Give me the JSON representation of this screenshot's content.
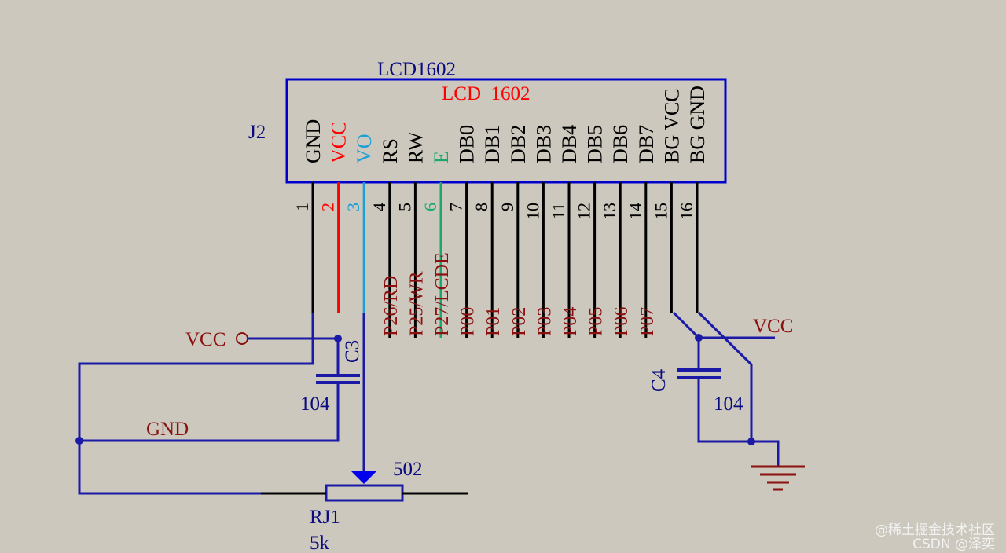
{
  "component": {
    "title": "LCD1602",
    "inner_title": "LCD  1602",
    "ref": "J2"
  },
  "colors": {
    "background": "#ccc8bd",
    "box": "#0000cc",
    "wire_blue": "#1a1aa6",
    "wire_black": "#000000",
    "pin_red": "#ff0000",
    "pin_cyan": "#1a9fd6",
    "pin_green": "#1aa870",
    "net_label": "#8b1010",
    "part_label": "#0a0a80",
    "watermark": "#f2f2f2"
  },
  "pins": [
    {
      "num": "1",
      "name": "GND",
      "net": "",
      "color": "#000000"
    },
    {
      "num": "2",
      "name": "VCC",
      "net": "",
      "color": "#ff0000"
    },
    {
      "num": "3",
      "name": "VO",
      "net": "",
      "color": "#1a9fd6"
    },
    {
      "num": "4",
      "name": "RS",
      "net": "P26/RD",
      "color": "#000000"
    },
    {
      "num": "5",
      "name": "RW",
      "net": "P25/WR",
      "color": "#000000"
    },
    {
      "num": "6",
      "name": "E",
      "net": "P27/LCDE",
      "color": "#1aa870"
    },
    {
      "num": "7",
      "name": "DB0",
      "net": "P00",
      "color": "#000000"
    },
    {
      "num": "8",
      "name": "DB1",
      "net": "P01",
      "color": "#000000"
    },
    {
      "num": "9",
      "name": "DB2",
      "net": "P02",
      "color": "#000000"
    },
    {
      "num": "10",
      "name": "DB3",
      "net": "P03",
      "color": "#000000"
    },
    {
      "num": "11",
      "name": "DB4",
      "net": "P04",
      "color": "#000000"
    },
    {
      "num": "12",
      "name": "DB5",
      "net": "P05",
      "color": "#000000"
    },
    {
      "num": "13",
      "name": "DB6",
      "net": "P06",
      "color": "#000000"
    },
    {
      "num": "14",
      "name": "DB7",
      "net": "P07",
      "color": "#000000"
    },
    {
      "num": "15",
      "name": "BG VCC",
      "net": "",
      "color": "#000000"
    },
    {
      "num": "16",
      "name": "BG GND",
      "net": "",
      "color": "#000000"
    }
  ],
  "labels": {
    "vcc_left": "VCC",
    "gnd": "GND",
    "c3_name": "C3",
    "c3_value": "104",
    "pot_value": "502",
    "rj_name": "RJ1",
    "rj_value": "5k",
    "vcc_right": "VCC",
    "c4_name": "C4",
    "c4_value": "104"
  },
  "watermark": {
    "line1": "@稀土掘金技术社区",
    "line2": "CSDN @泽奕"
  }
}
